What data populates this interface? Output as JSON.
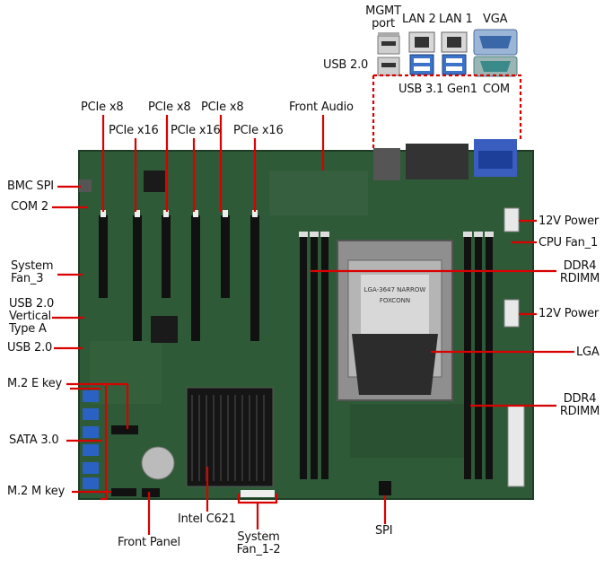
{
  "diagram": {
    "board_colors": {
      "pcb": "#2e5a37",
      "pcb_dark": "#1e3d26",
      "slot": "#111111",
      "leader": "#d90000"
    },
    "labels": {
      "mgmt_port": [
        "MGMT",
        "port"
      ],
      "lan2": "LAN 2",
      "lan1": "LAN 1",
      "vga": "VGA",
      "usb20_top": "USB 2.0",
      "usb31": "USB 3.1 Gen1",
      "com": "COM",
      "pcie_x8_1": "PCIe x8",
      "pcie_x8_2": "PCIe x8",
      "pcie_x8_3": "PCIe x8",
      "pcie_x16_1": "PCIe x16",
      "pcie_x16_2": "PCIe x16",
      "pcie_x16_3": "PCIe x16",
      "front_audio": "Front Audio",
      "bmc_spi": "BMC SPI",
      "com2": "COM 2",
      "system_fan3": [
        "System",
        "Fan_3"
      ],
      "usb20_vertical": [
        "USB 2.0",
        "Vertical",
        "Type A"
      ],
      "usb20_left": "USB 2.0",
      "m2_e_key": "M.2 E key",
      "sata30": "SATA 3.0",
      "m2_m_key": "M.2 M key",
      "front_panel": "Front Panel",
      "intel_c621": "Intel C621",
      "system_fan12": [
        "System",
        "Fan_1-2"
      ],
      "spi": "SPI",
      "power_12v_top": "12V Power",
      "cpu_fan1": "CPU Fan_1",
      "ddr4_top": [
        "DDR4",
        "RDIMM"
      ],
      "power_12v_mid": "12V Power",
      "lga": "LGA",
      "ddr4_bottom": [
        "DDR4",
        "RDIMM"
      ]
    },
    "socket_marking": [
      "LGA-3647 NARROW",
      "FOXCONN"
    ],
    "icons": [
      "rj45-port-icon",
      "usb-port-icon",
      "vga-port-icon",
      "serial-port-icon"
    ]
  }
}
